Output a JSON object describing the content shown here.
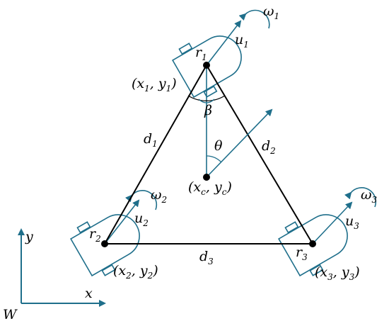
{
  "diagram": {
    "colors": {
      "robot": "#1f6f8b",
      "edge": "#000000",
      "point": "#000000"
    },
    "robots": [
      {
        "id": "r1",
        "name": "r",
        "sub": "1",
        "pos_label": "(x_1, y_1)",
        "vel": "u",
        "vel_sub": "1",
        "rot": "ω",
        "rot_sub": "1"
      },
      {
        "id": "r2",
        "name": "r",
        "sub": "2",
        "pos_label": "(x_2, y_2)",
        "vel": "u",
        "vel_sub": "2",
        "rot": "ω",
        "rot_sub": "2"
      },
      {
        "id": "r3",
        "name": "r",
        "sub": "3",
        "pos_label": "(x_3, y_3)",
        "vel": "u",
        "vel_sub": "3",
        "rot": "ω",
        "rot_sub": "3"
      }
    ],
    "edges": [
      {
        "name": "d",
        "sub": "1"
      },
      {
        "name": "d",
        "sub": "2"
      },
      {
        "name": "d",
        "sub": "3"
      }
    ],
    "center": {
      "label": "(x_c, y_c)"
    },
    "angles": {
      "beta": "β",
      "theta": "θ"
    },
    "world_frame": {
      "x": "x",
      "y": "y",
      "frame": "W"
    }
  }
}
